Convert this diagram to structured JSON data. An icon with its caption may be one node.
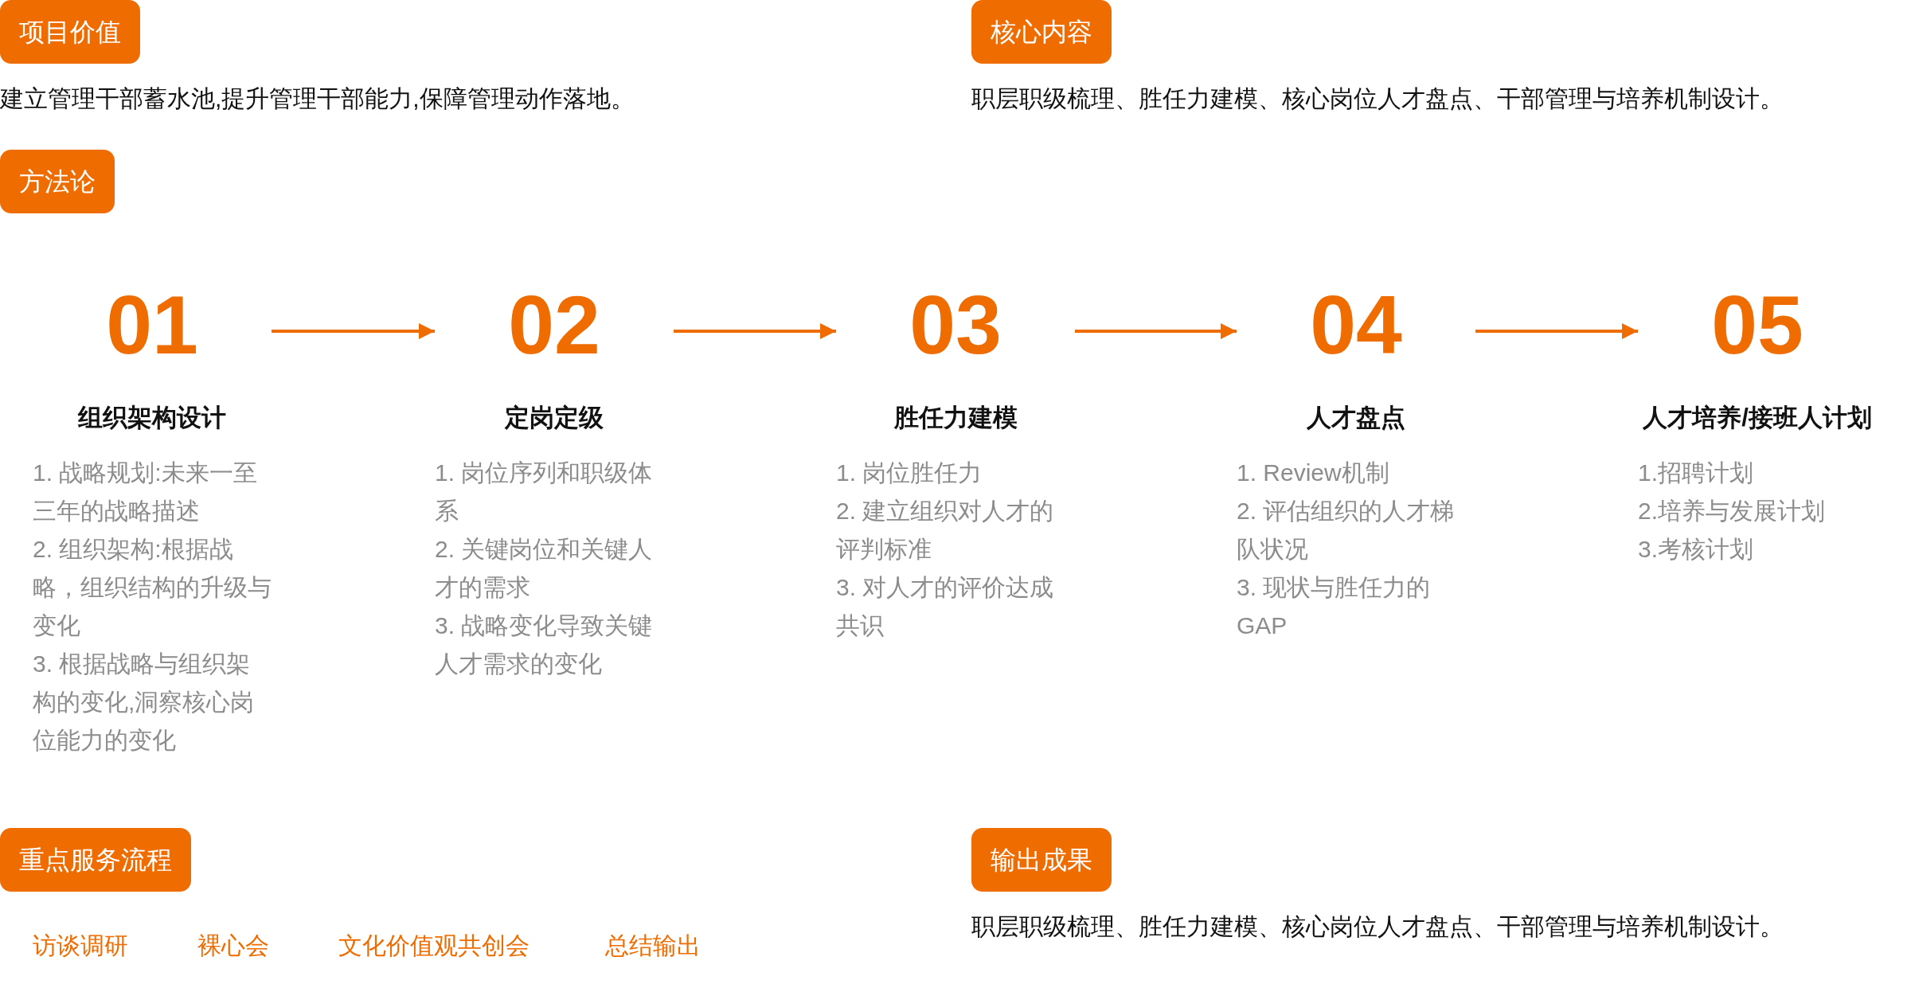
{
  "diagram": {
    "nodes": [
      {
        "text": [
          "项目价值"
        ]
      },
      {
        "text": [
          "核心内容"
        ]
      },
      {
        "text": [
          "方法论"
        ]
      },
      {
        "text": [
          "01",
          "组织架构设计",
          "1. 战略规划:未来一至三年的战略描述",
          "2. 组织架构:根据战略，组织结构的升级与变化",
          "3. 根据战略与组织架构的变化,洞察核心岗位能力的变化"
        ]
      },
      {
        "text": [
          "02",
          "定岗定级",
          "1.  岗位序列和职级体系",
          "2. 关键岗位和关键人才的需求",
          "3. 战略变化导致关键人才需求的变化"
        ]
      },
      {
        "text": [
          "03",
          "胜任力建模",
          "1. 岗位胜任力",
          "2. 建立组织对人才的评判标准",
          "3. 对人才的评价达成共识"
        ]
      },
      {
        "text": [
          "04",
          "人才盘点",
          "1. Review机制",
          "2. 评估组织的人才梯队状况",
          "3. 现状与胜任力的GAP"
        ]
      },
      {
        "text": [
          "05",
          "人才培养/接班人计划",
          "1.招聘计划",
          "2.培养与发展计划",
          "3.考核计划"
        ]
      },
      {
        "text": [
          "重点服务流程"
        ]
      },
      {
        "text": [
          "输出成果"
        ]
      }
    ],
    "edges": [
      {
        "from": 3,
        "to": 4,
        "arrow": "to"
      },
      {
        "from": 4,
        "to": 5,
        "arrow": "to"
      },
      {
        "from": 5,
        "to": 6,
        "arrow": "to"
      },
      {
        "from": 6,
        "to": 7,
        "arrow": "to"
      }
    ],
    "labels": [
      "建立管理干部蓄水池,提升管理干部能力,保障管理动作落地。",
      "职层职级梳理、胜任力建模、核心岗位人才盘点、干部管理与培养机制设计。",
      "访谈调研",
      "裸心会",
      "文化价值观共创会",
      "总结输出",
      "职层职级梳理、胜任力建模、核心岗位人才盘点、干部管理与培养机制设计。"
    ]
  }
}
